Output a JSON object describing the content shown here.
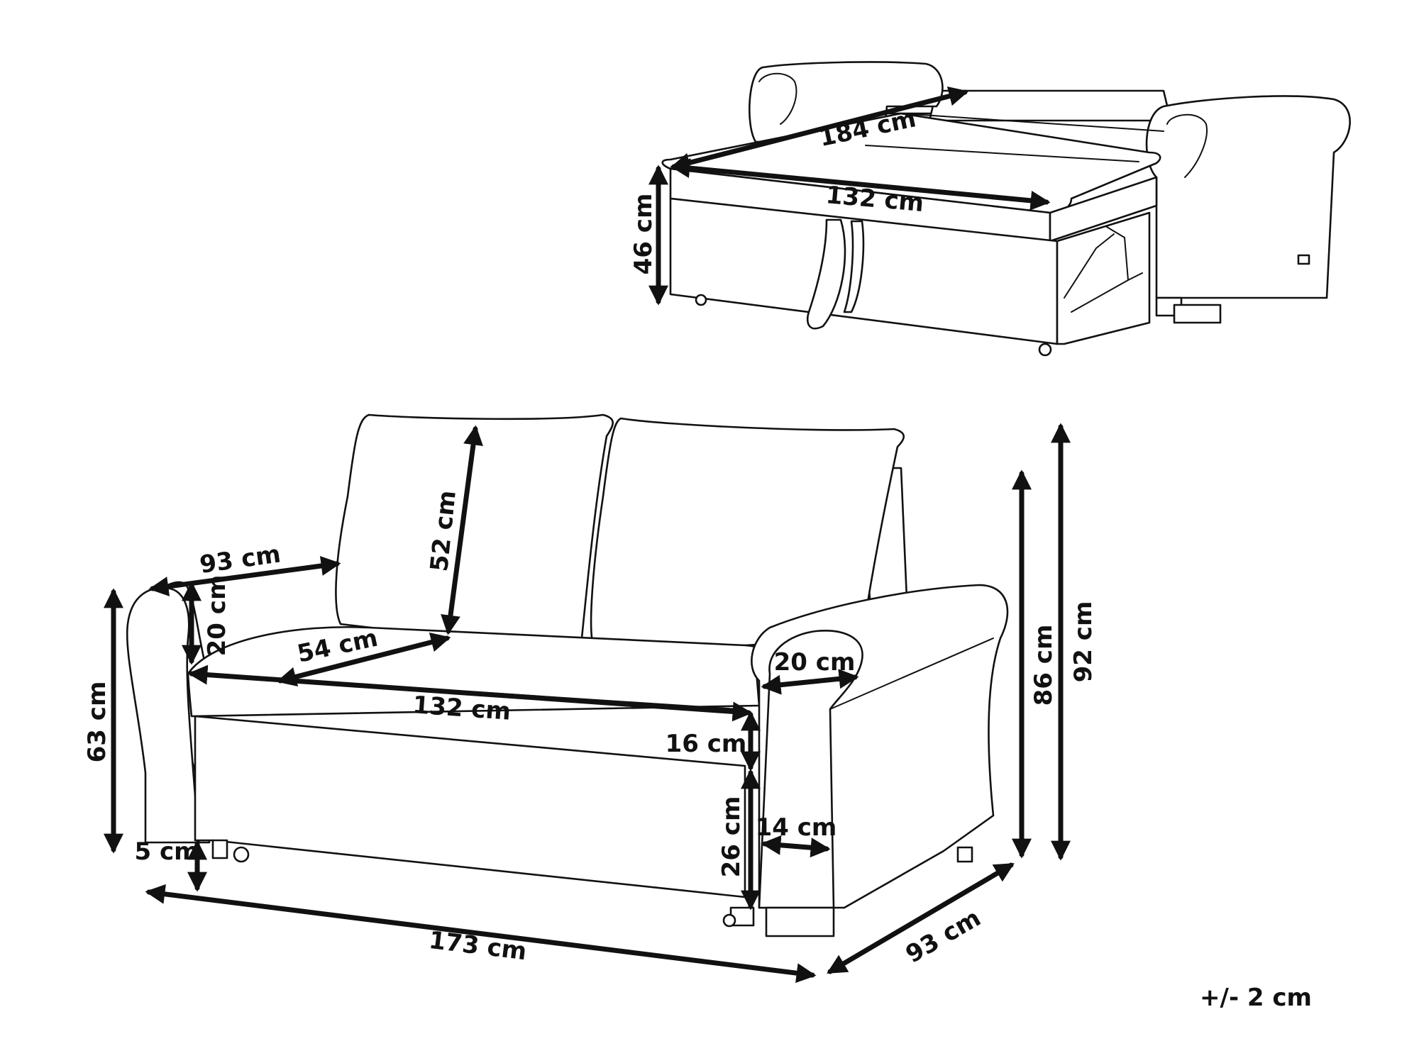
{
  "dimensions": {
    "bed_length": "184 cm",
    "bed_width": "132 cm",
    "bed_height": "46 cm",
    "arm_depth_side": "93 cm",
    "arm_height": "20 cm",
    "back_cushion_height": "52 cm",
    "seat_depth": "54 cm",
    "seat_width": "132 cm",
    "arm_width": "20 cm",
    "seat_cushion_height": "16 cm",
    "base_height": "26 cm",
    "leg_height": "5 cm",
    "arm_height_total": "63 cm",
    "arm_front_width": "14 cm",
    "total_width": "173 cm",
    "total_depth": "93 cm",
    "seat_back_height": "86 cm",
    "total_height": "92 cm"
  },
  "tolerance": "+/- 2 cm"
}
